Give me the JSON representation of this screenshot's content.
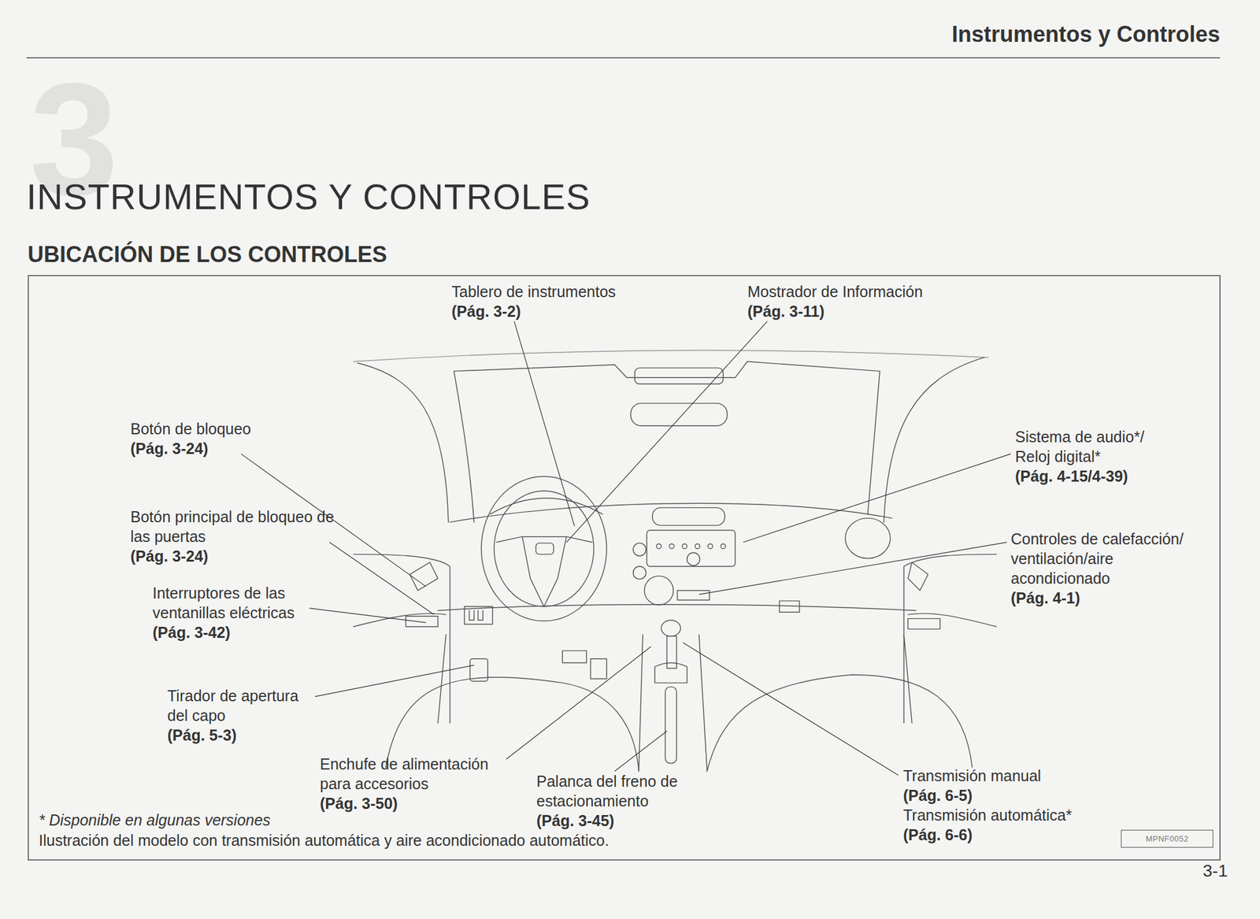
{
  "diagram": {
    "title": "INSTRUMENTOS Y CONTROLES",
    "caption": "Ilustración del modelo con transmisión automática y aire acondicionado automático.",
    "nodes": [
      {
        "text": [
          "MPNF0052"
        ]
      }
    ],
    "labels": [
      "Instrumentos y Controles",
      "3",
      "UBICACIÓN DE LOS CONTROLES",
      "Tablero de instrumentos",
      "(Pág. 3-2)",
      "Mostrador de Información",
      "(Pág. 3-11)",
      "Botón de bloqueo",
      "(Pág. 3-24)",
      "Botón principal de bloqueo de las puertas",
      "(Pág. 3-24)",
      "Interruptores de las ventanillas eléctricas",
      "(Pág. 3-42)",
      "Sistema de audio*/ Reloj digital*",
      "(Pág. 4-15/4-39)",
      "Controles de calefacción/ ventilación/aire acondicionado",
      "(Pág. 4-1)",
      "Tirador de apertura del capo",
      "(Pág. 5-3)",
      "Enchufe de alimentación para accesorios",
      "(Pág. 3-50)",
      "Palanca del freno de estacionamiento",
      "(Pág. 3-45)",
      "Transmisión manual",
      "(Pág. 6-5)",
      "Transmisión automática*",
      "(Pág. 6-6)",
      "* Disponible en algunas versiones",
      "3-1"
    ]
  }
}
